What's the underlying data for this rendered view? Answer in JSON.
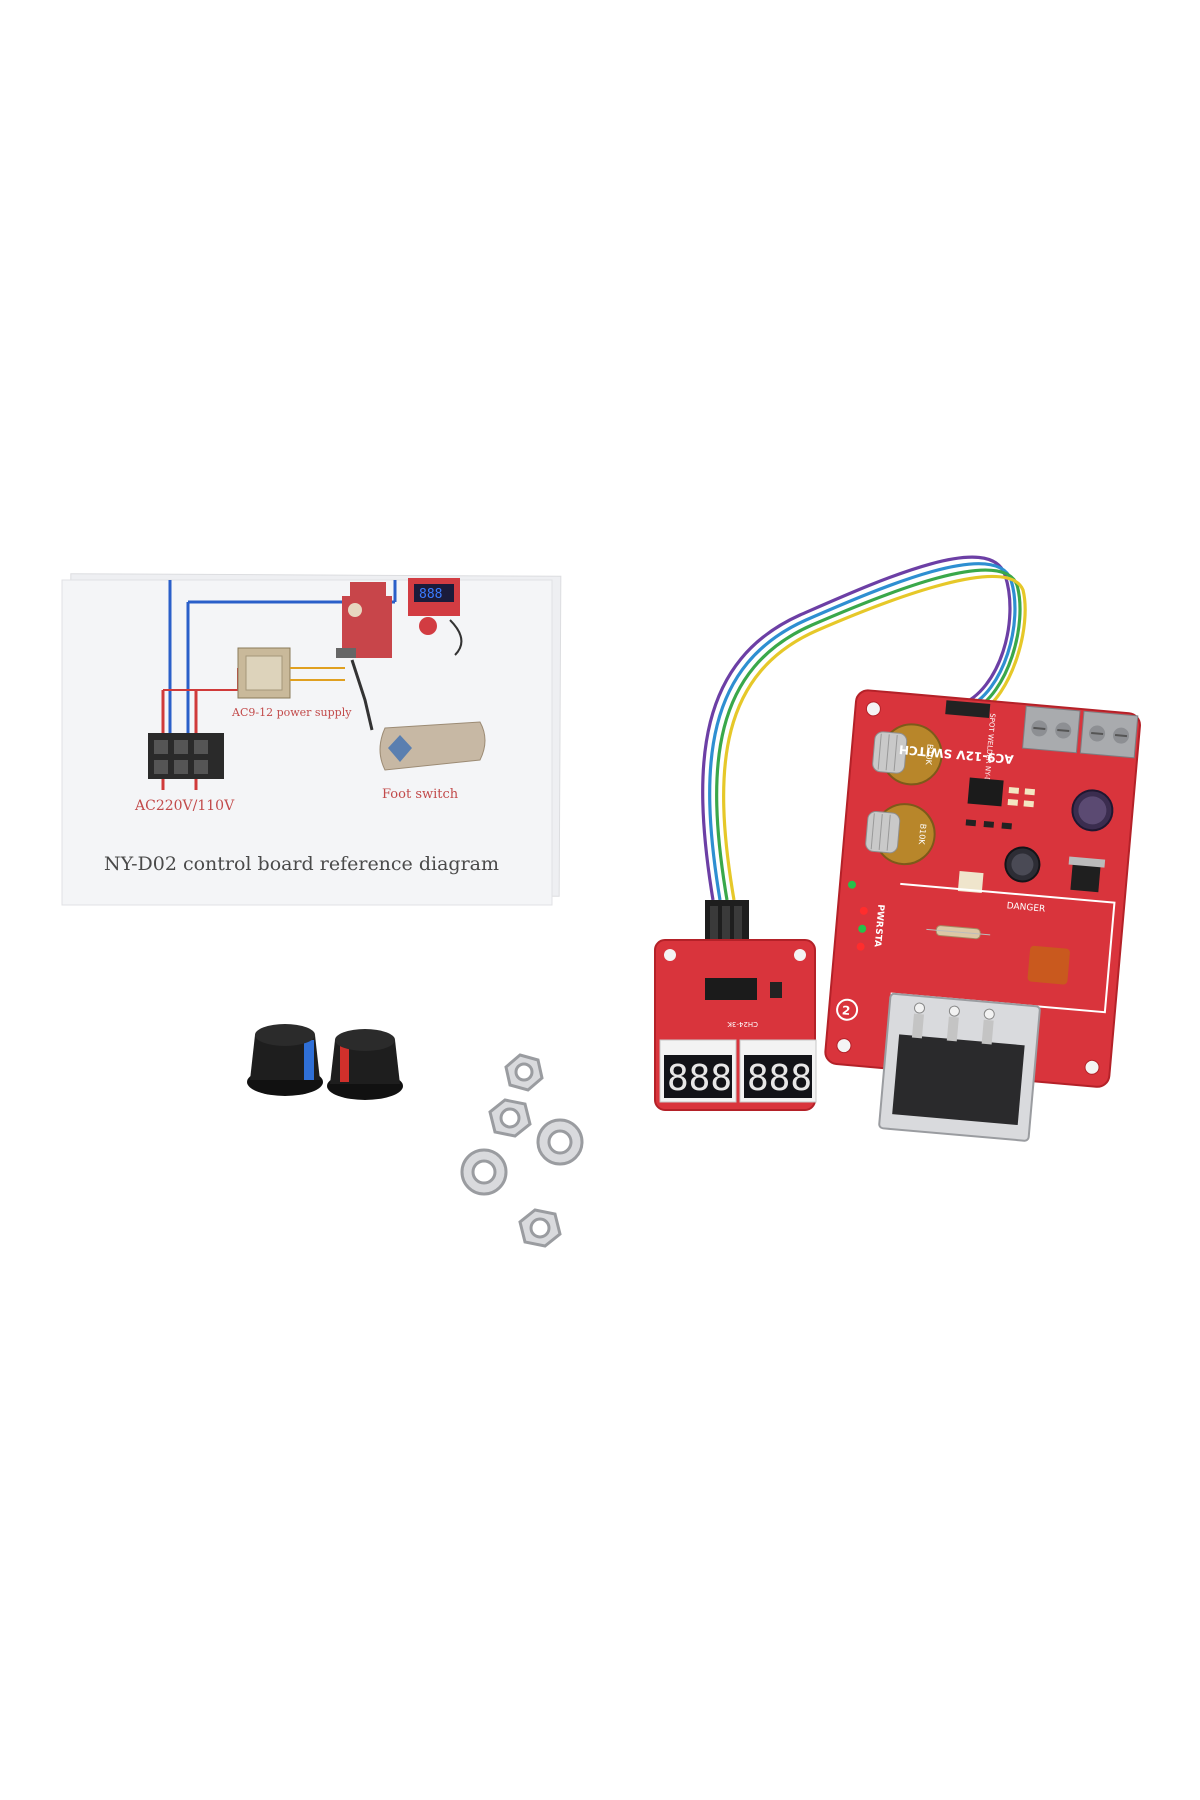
{
  "manual": {
    "caption": "NY-D02 control board reference diagram",
    "labels": {
      "power_supply": "AC9-12 power supply",
      "foot_switch": "Foot switch",
      "mains": "AC220V/110V"
    }
  },
  "main_board": {
    "title": "AC9-12V SWITCH",
    "model": "SPOT WELDER NY-D01",
    "leds": [
      "PWR",
      "STA"
    ],
    "danger_text": "DANGER",
    "pot_values": [
      "B10K",
      "B10K"
    ],
    "section_number": "2"
  },
  "display_board": {
    "segment_text": [
      "888",
      "888"
    ],
    "model": "CH24-3K"
  },
  "colors": {
    "pcb_red": "#d9343c",
    "knob_black": "#1e1e1e",
    "knob_blue_accent": "#2f6fd6",
    "knob_red_accent": "#d0302b",
    "wire_colors": [
      "#6c3fa5",
      "#2e8fd1",
      "#3aa84a",
      "#e6c829"
    ]
  }
}
